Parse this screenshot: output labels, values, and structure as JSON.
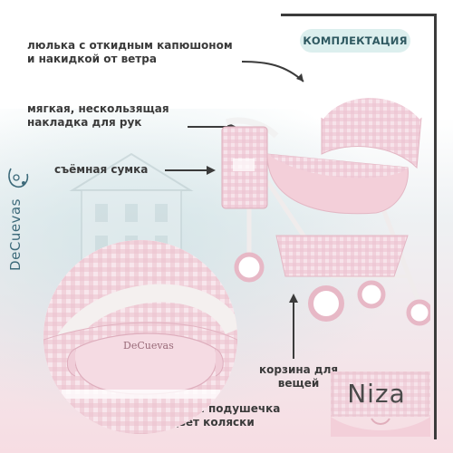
{
  "header": {
    "badge": "КОМПЛЕКТАЦИЯ"
  },
  "labels": {
    "hood": [
      "люлька с откидным капюшоном",
      "и накидкой от ветра"
    ],
    "handle": [
      "мягкая, нескользящая",
      "накладка для рук"
    ],
    "bag": [
      "съёмная сумка"
    ],
    "basket": [
      "корзина для",
      "вещей"
    ],
    "mattress": [
      "матрасик и подушечка",
      "в цвет коляски"
    ]
  },
  "brand": {
    "name": "DeCuevas",
    "pillow_logo": "DeCuevas"
  },
  "product": {
    "name": "Niza"
  },
  "colors": {
    "badge_bg": "#dcefee",
    "badge_text": "#2f5961",
    "pink": "#f3cfd9",
    "gingham": "#e7b8c6",
    "frame": "#3b3b3b",
    "brand": "#3d6a7a"
  },
  "icons": [
    "arrow-right-icon",
    "arrow-up-icon",
    "brand-logo-icon",
    "stroller-illustration",
    "pillow-illustration"
  ]
}
